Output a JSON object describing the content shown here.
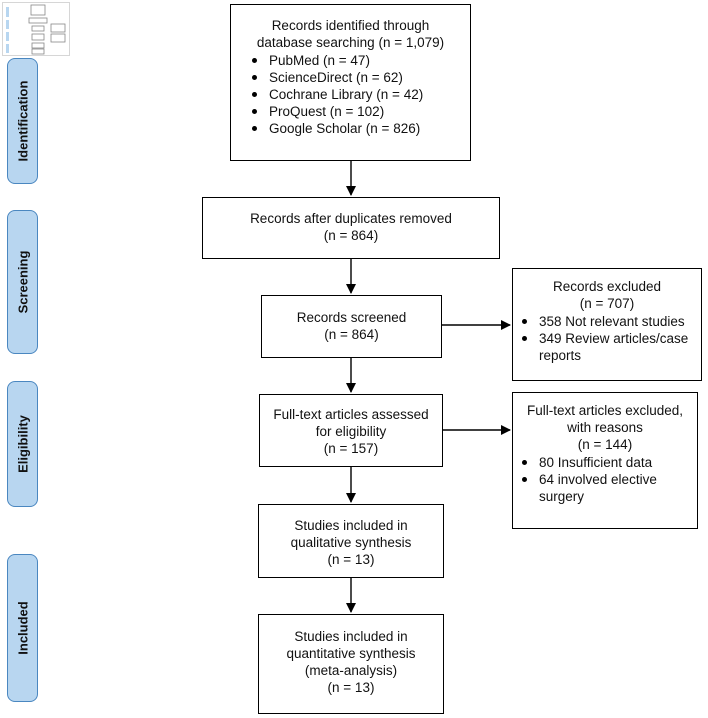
{
  "stages": [
    "Identification",
    "Screening",
    "Eligibility",
    "Included"
  ],
  "identification": {
    "heading_lines": [
      "Records identified through",
      "database searching (n = 1,079)"
    ],
    "sources": [
      "PubMed (n = 47)",
      "ScienceDirect (n = 62)",
      "Cochrane Library (n = 42)",
      "ProQuest (n = 102)",
      "Google Scholar (n = 826)"
    ]
  },
  "duplicates_removed": {
    "lines": [
      "Records after duplicates removed",
      "(n = 864)"
    ]
  },
  "screened": {
    "lines": [
      "Records screened",
      "(n = 864)"
    ]
  },
  "records_excluded": {
    "lines": [
      "Records excluded",
      "(n = 707)"
    ],
    "reasons": [
      "358 Not relevant studies",
      "349 Review articles/case",
      "reports"
    ]
  },
  "fulltext_assessed": {
    "lines": [
      "Full-text articles assessed",
      "for eligibility",
      "(n = 157)"
    ]
  },
  "fulltext_excluded": {
    "lines": [
      "Full-text articles excluded,",
      "with reasons",
      "(n = 144)"
    ],
    "reasons": [
      "80 Insufficient data",
      "64 involved elective",
      "surgery"
    ]
  },
  "qualitative": {
    "lines": [
      "Studies included in",
      "qualitative synthesis",
      "(n = 13)"
    ]
  },
  "quantitative": {
    "lines": [
      "Studies included in",
      "quantitative synthesis",
      "(meta-analysis)",
      "(n = 13)"
    ]
  },
  "colors": {
    "stage_fill": "#b8d6f0",
    "stage_border": "#4a87c0",
    "box_border": "#000000"
  }
}
